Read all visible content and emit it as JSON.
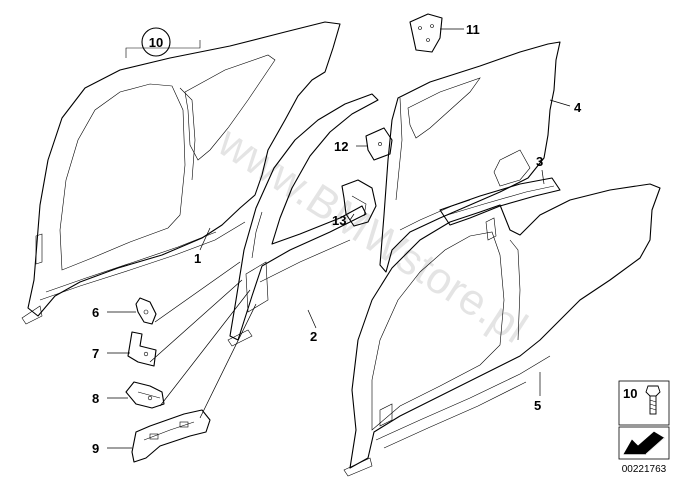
{
  "diagram": {
    "catalog_number": "00221763",
    "watermark": "www.BMWstore.pl",
    "callouts": [
      "1",
      "2",
      "3",
      "4",
      "5",
      "6",
      "7",
      "8",
      "9",
      "10",
      "11",
      "12",
      "13"
    ],
    "circled_callout": "10",
    "legend_callout": "10"
  }
}
